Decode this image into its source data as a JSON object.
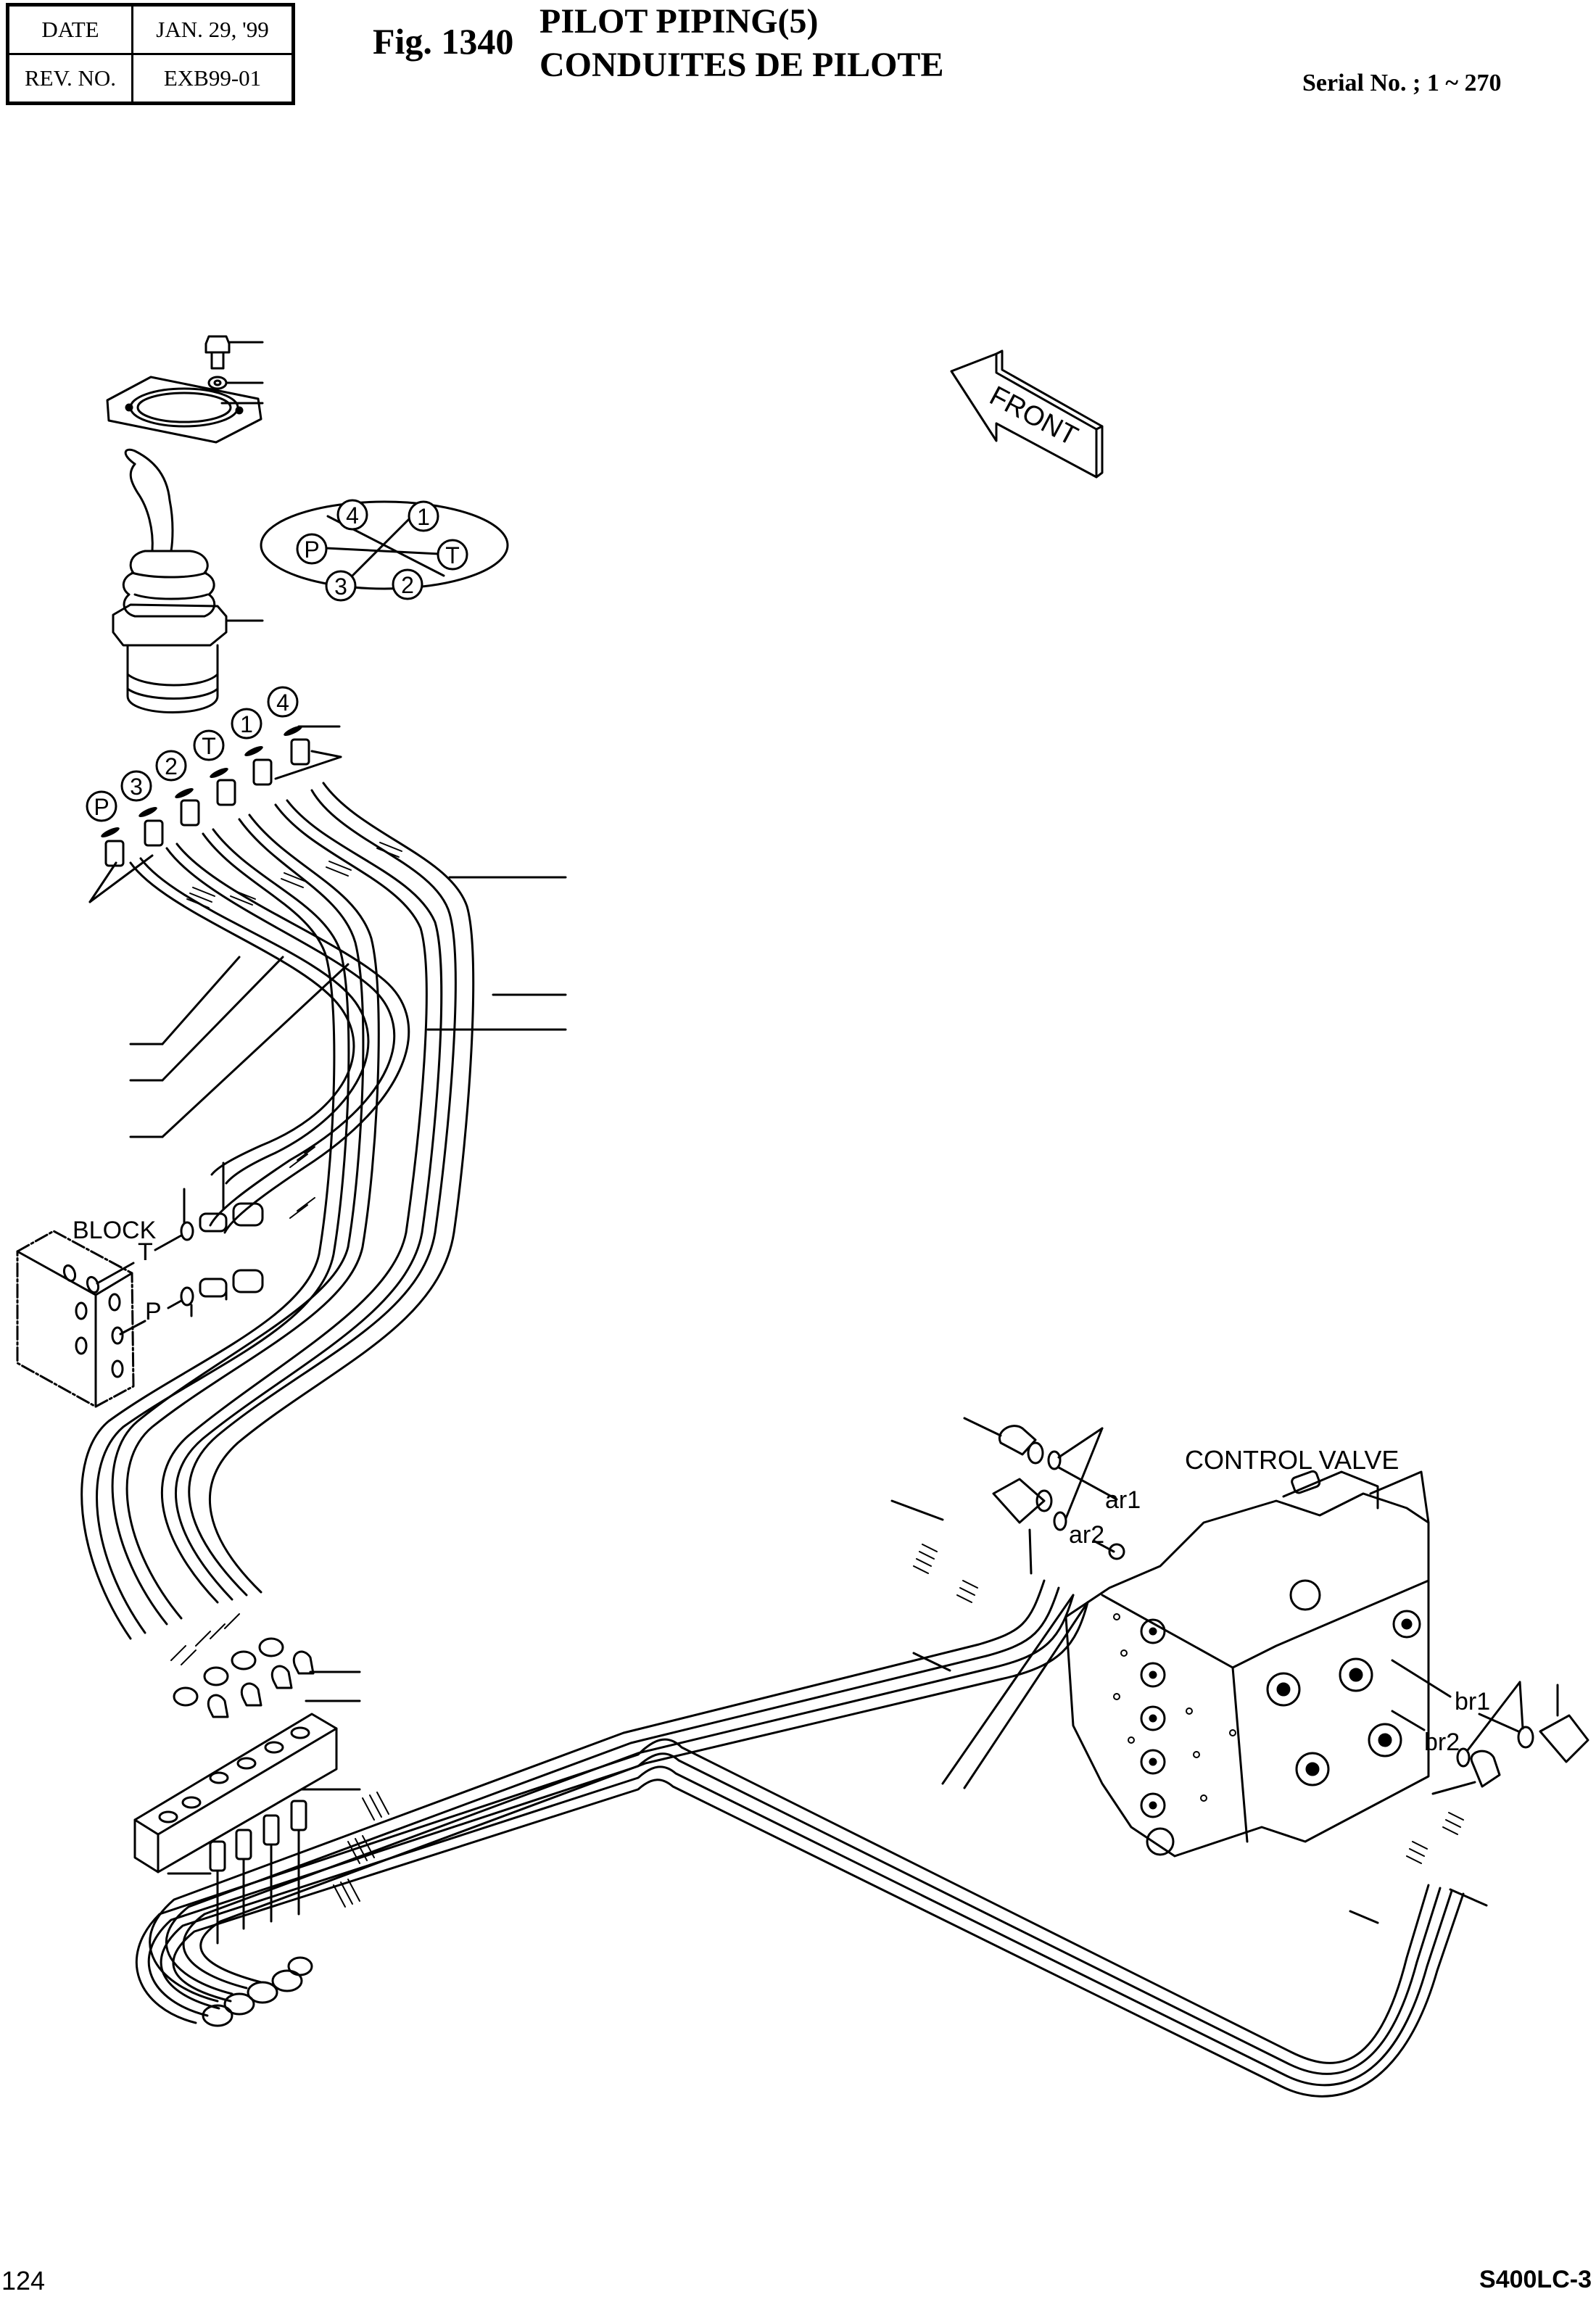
{
  "header": {
    "date_label": "DATE",
    "date_value": "JAN. 29, '99",
    "rev_label": "REV. NO.",
    "rev_value": "EXB99-01",
    "fig_number": "Fig. 1340",
    "title_en": "PILOT PIPING(5)",
    "title_fr": "CONDUITES DE PILOTE",
    "serial": "Serial No. ; 1 ~ 270"
  },
  "footer": {
    "page_number": "124",
    "model": "S400LC-3"
  },
  "diagram": {
    "front_arrow_label": "FRONT",
    "port_pattern": [
      "4",
      "1",
      "P",
      "T",
      "3",
      "2"
    ],
    "joystick_port_labels": [
      "P",
      "3",
      "2",
      "T",
      "1",
      "4"
    ],
    "block_label": "BLOCK",
    "block_ports": [
      "T",
      "P"
    ],
    "control_valve_label": "CONTROL VALVE",
    "control_valve_ports": [
      "ar1",
      "ar2",
      "br1",
      "br2"
    ]
  }
}
